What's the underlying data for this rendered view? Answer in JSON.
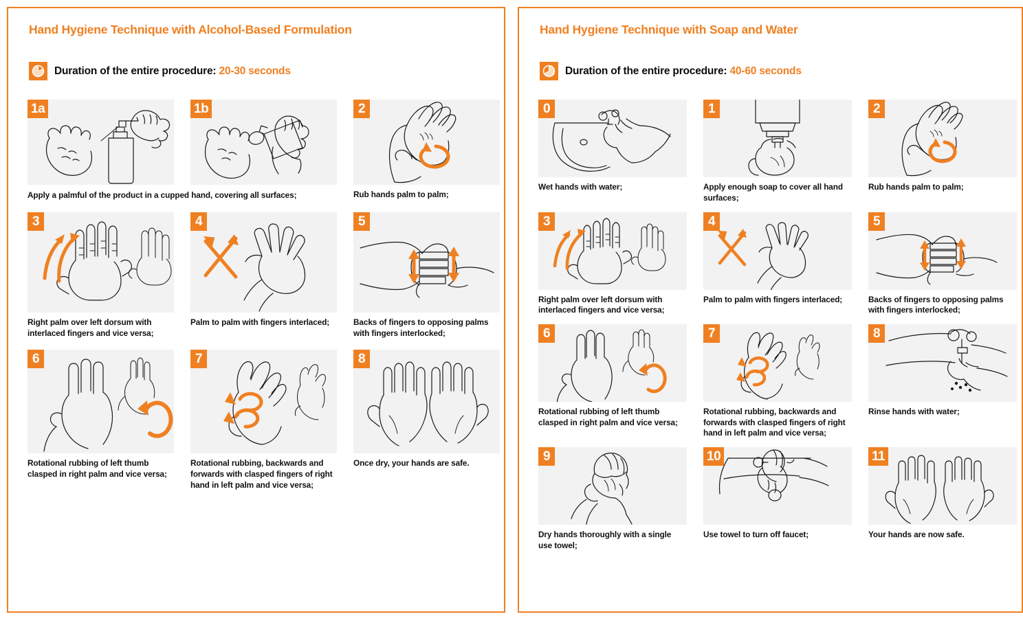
{
  "panels": [
    {
      "title": "Hand Hygiene Technique with Alcohol-Based Formulation",
      "duration_label": "Duration of the entire procedure:",
      "duration_value": "20-30 seconds",
      "clock_icon": "clock-icon",
      "steps": [
        {
          "badge": "1a",
          "caption": ""
        },
        {
          "badge": "1b",
          "caption": "Apply a palmful of the product in a cupped hand, covering all surfaces;"
        },
        {
          "badge": "2",
          "caption": "Rub hands palm to palm;"
        },
        {
          "badge": "3",
          "caption": "Right palm over left dorsum with interlaced fingers and vice versa;"
        },
        {
          "badge": "4",
          "caption": "Palm to palm with fingers interlaced;"
        },
        {
          "badge": "5",
          "caption": "Backs of fingers to opposing palms with fingers interlocked;"
        },
        {
          "badge": "6",
          "caption": "Rotational rubbing of left thumb clasped in right palm and vice versa;"
        },
        {
          "badge": "7",
          "caption": "Rotational rubbing, backwards and forwards with clasped fingers of right hand in left palm and vice versa;"
        },
        {
          "badge": "8",
          "caption": "Once dry, your hands are safe."
        }
      ]
    },
    {
      "title": "Hand Hygiene Technique with Soap and Water",
      "duration_label": "Duration of the entire procedure:",
      "duration_value": "40-60 seconds",
      "clock_icon": "clock-icon",
      "steps": [
        {
          "badge": "0",
          "caption": "Wet hands with water;"
        },
        {
          "badge": "1",
          "caption": "Apply enough soap to cover all hand surfaces;"
        },
        {
          "badge": "2",
          "caption": "Rub hands palm to palm;"
        },
        {
          "badge": "3",
          "caption": "Right palm over left dorsum with interlaced fingers and vice versa;"
        },
        {
          "badge": "4",
          "caption": "Palm to palm with fingers interlaced;"
        },
        {
          "badge": "5",
          "caption": "Backs of fingers to opposing palms with fingers interlocked;"
        },
        {
          "badge": "6",
          "caption": "Rotational rubbing of left thumb clasped in right palm and vice versa;"
        },
        {
          "badge": "7",
          "caption": "Rotational rubbing, backwards and forwards with clasped fingers of right hand in left palm and vice versa;"
        },
        {
          "badge": "8",
          "caption": "Rinse hands with water;"
        },
        {
          "badge": "9",
          "caption": "Dry hands thoroughly with a single use towel;"
        },
        {
          "badge": "10",
          "caption": "Use towel to turn off faucet;"
        },
        {
          "badge": "11",
          "caption": "Your hands are now safe."
        }
      ]
    }
  ],
  "colors": {
    "accent": "#ef8022",
    "badge": "#ef8022",
    "thumb_background": "#f2f2f2",
    "caption_text": "#111111",
    "border": "#ef8022"
  }
}
